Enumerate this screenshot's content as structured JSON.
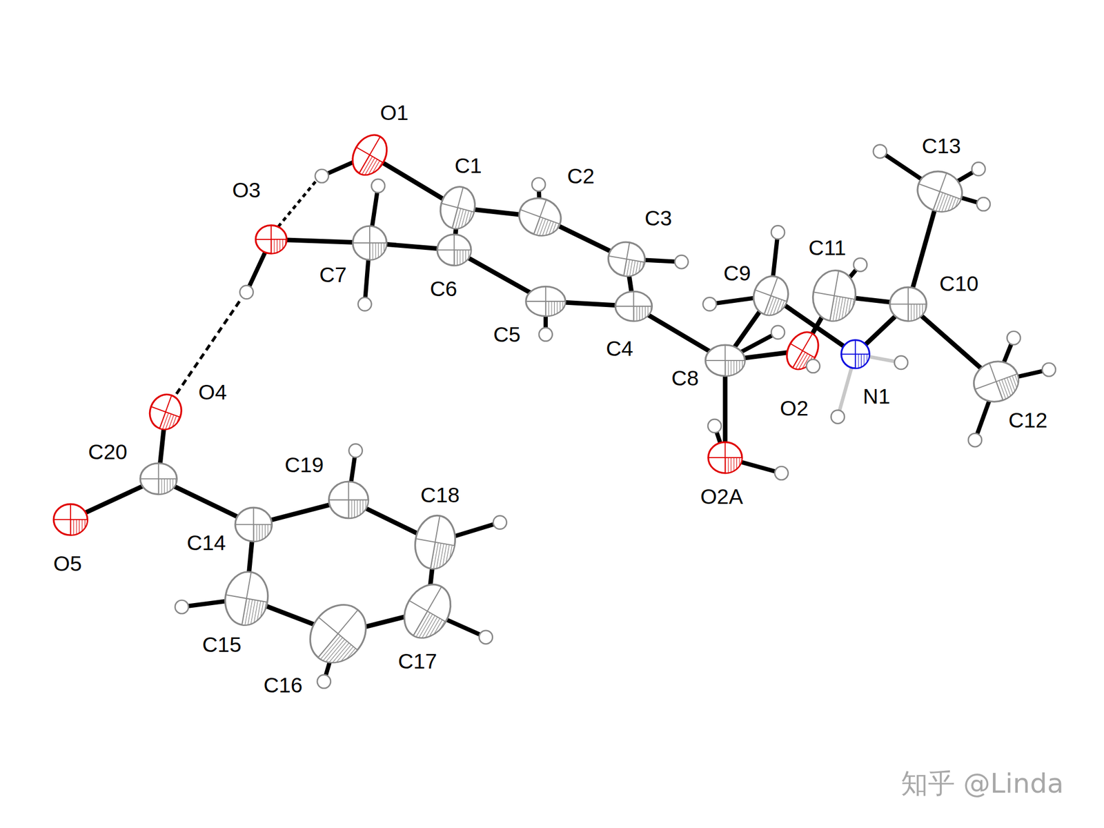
{
  "diagram": {
    "labels": [
      "O1",
      "C1",
      "C2",
      "O3",
      "C3",
      "C11",
      "C13",
      "C9",
      "C7",
      "C6",
      "C10",
      "C5",
      "C4",
      "C8",
      "O4",
      "N1",
      "O2",
      "C12",
      "C20",
      "C19",
      "C18",
      "O2A",
      "C14",
      "O5",
      "C15",
      "C17",
      "C16",
      "知乎 @Linda"
    ]
  }
}
